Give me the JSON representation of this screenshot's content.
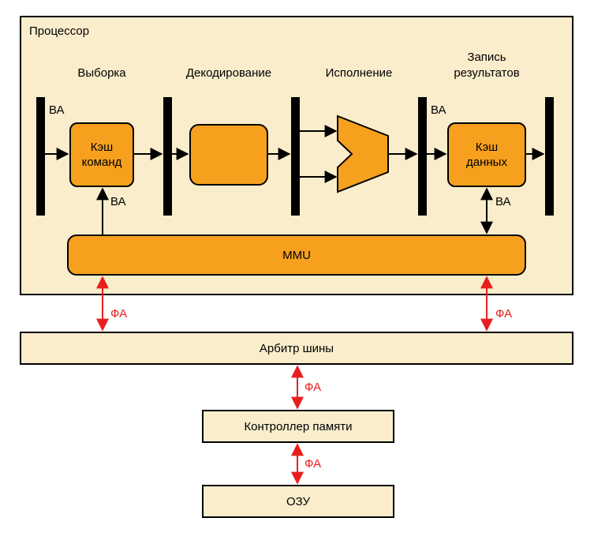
{
  "colors": {
    "cream": "#FAEDCC",
    "orange": "#F6A01E",
    "red": "#E81E1E",
    "black": "#000000"
  },
  "processor": {
    "title": "Процессор",
    "stages": [
      "Выборка",
      "Декодирование",
      "Исполнение",
      "Запись результатов"
    ],
    "icache_label": "Кэш команд",
    "dcache_label": "Кэш данных",
    "mmu_label": "MMU"
  },
  "system": {
    "arbiter_label": "Арбитр шины",
    "memory_controller_label": "Контроллер памяти",
    "ram_label": "ОЗУ"
  },
  "labels": {
    "virtual_address": "ВА",
    "physical_address": "ФА"
  }
}
